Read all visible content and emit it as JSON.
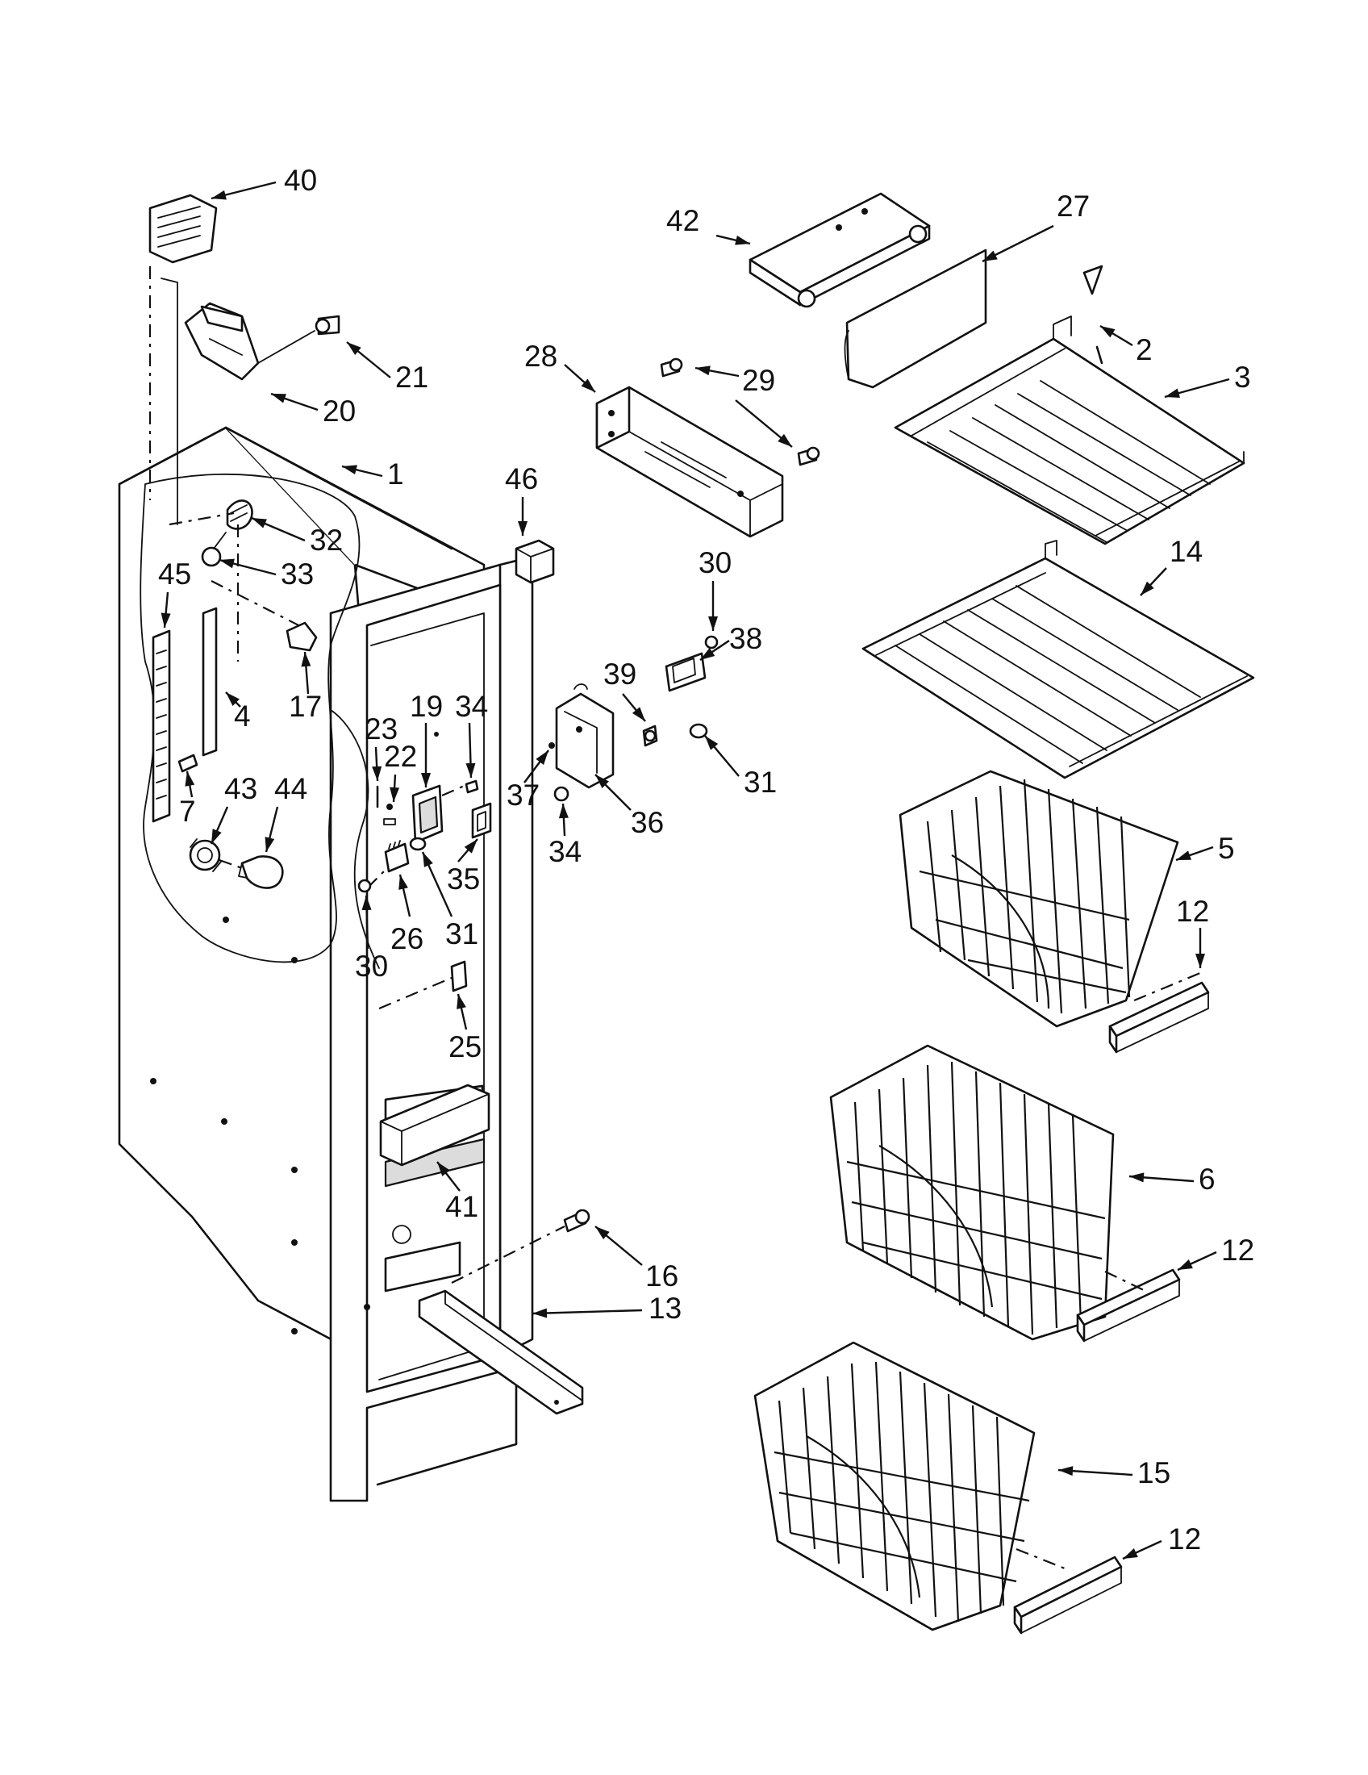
{
  "diagram": {
    "callouts": [
      "40",
      "21",
      "20",
      "1",
      "32",
      "33",
      "45",
      "17",
      "4",
      "7",
      "43",
      "44",
      "46",
      "23",
      "19",
      "34",
      "22",
      "35",
      "26",
      "31",
      "30",
      "25",
      "41",
      "16",
      "13",
      "42",
      "27",
      "2",
      "3",
      "28",
      "29",
      "14",
      "30",
      "38",
      "39",
      "31",
      "37",
      "36",
      "34",
      "5",
      "12",
      "6",
      "12",
      "15",
      "12"
    ]
  }
}
